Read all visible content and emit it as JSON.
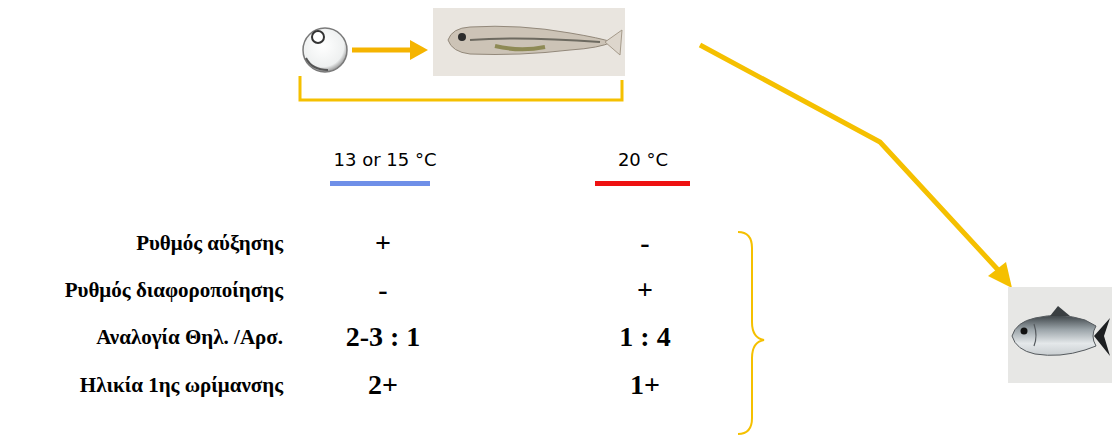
{
  "diagram": {
    "labels": [
      "13 or 15 °C",
      "20 °C",
      "Ρυθμός αύξησης",
      "+",
      "-",
      "Ρυθμός διαφοροποίησης",
      "-",
      "+",
      "Αναλογία Θηλ. /Αρσ.",
      "2-3 : 1",
      "1 : 4",
      "Ηλικία 1ης ωρίμανσης",
      "2+",
      "1+"
    ]
  }
}
